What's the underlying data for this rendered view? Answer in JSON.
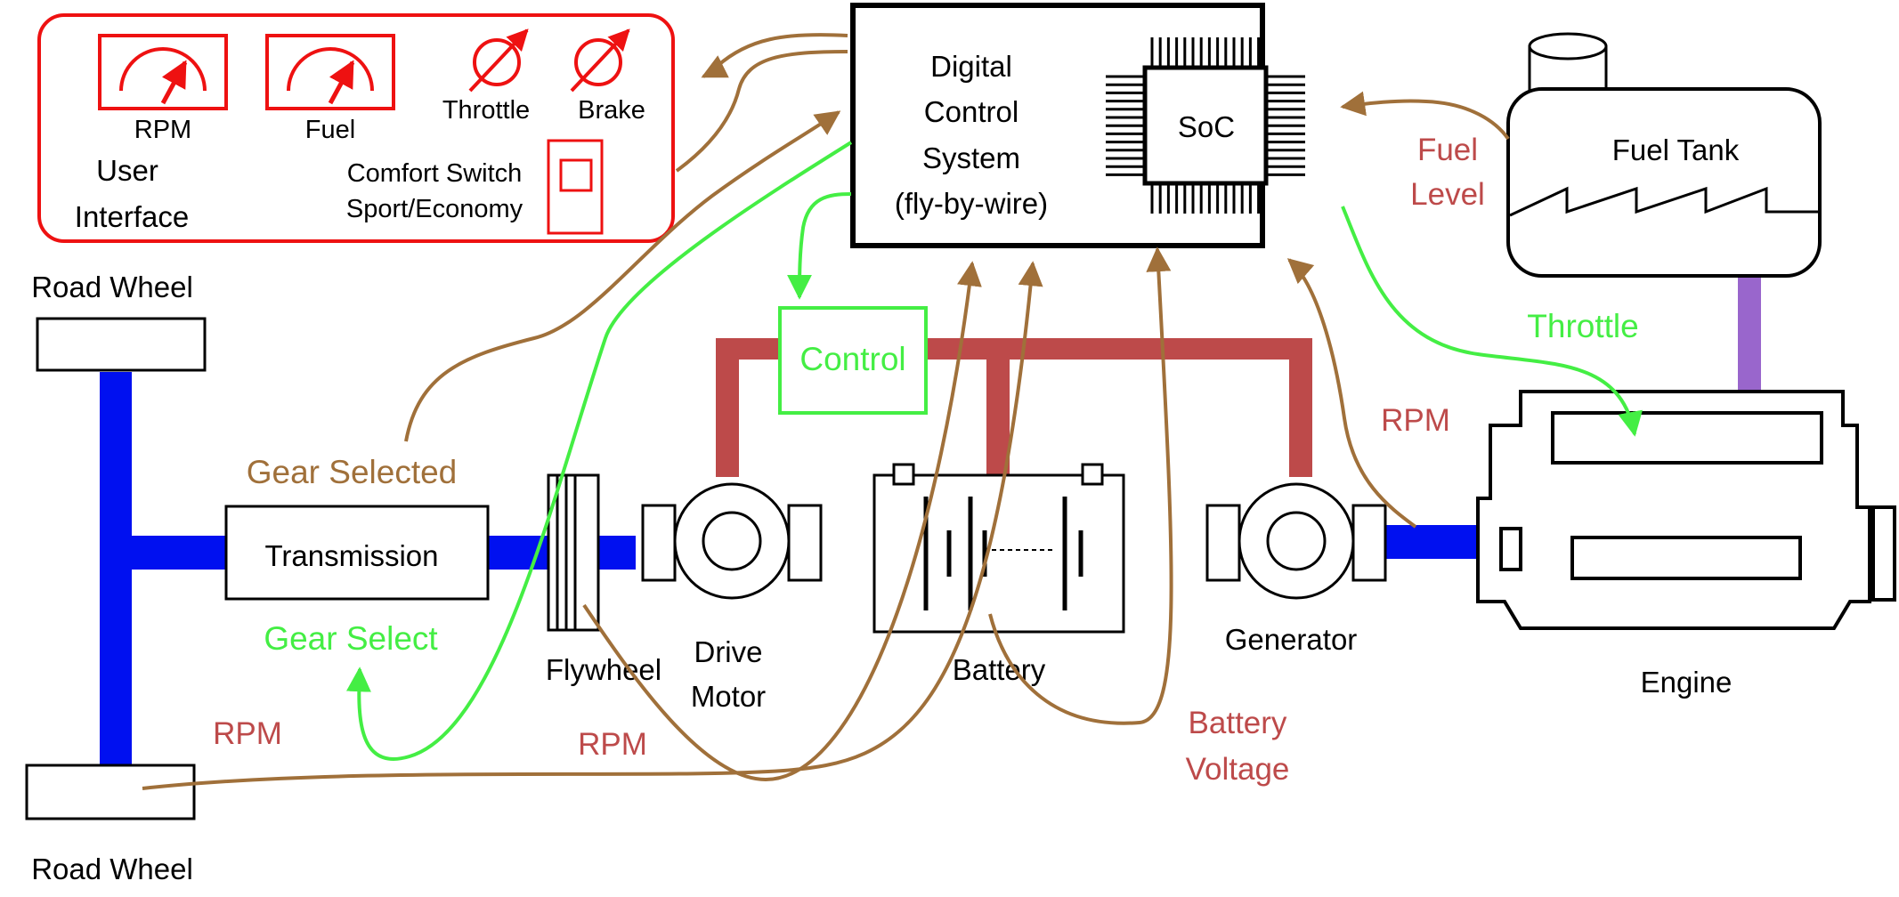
{
  "colors": {
    "drivetrain": "#0010f0",
    "power_bus": "#bd4a4a",
    "fuel_line": "#9966cc",
    "control_green": "#44ee44",
    "sensor_brown": "#a0703a",
    "sensor_red_text": "#bd4a4a",
    "ui_red": "#ee1111",
    "ink": "#000000"
  },
  "user_interface": {
    "label_line1": "User",
    "label_line2": "Interface",
    "gauges": [
      {
        "label": "RPM",
        "icon": "gauge-icon"
      },
      {
        "label": "Fuel",
        "icon": "gauge-icon"
      }
    ],
    "variable_controls": [
      {
        "label": "Throttle",
        "icon": "variable-control-icon"
      },
      {
        "label": "Brake",
        "icon": "variable-control-icon"
      }
    ],
    "switch_line1": "Comfort Switch",
    "switch_line2": "Sport/Economy"
  },
  "control_system": {
    "lines": [
      "Digital",
      "Control",
      "System",
      "(fly-by-wire)"
    ],
    "chip_label": "SoC",
    "chip_icon": "chip-icon"
  },
  "components": {
    "road_wheel_top": "Road Wheel",
    "road_wheel_bottom": "Road Wheel",
    "transmission": "Transmission",
    "flywheel": "Flywheel",
    "drive_motor_line1": "Drive",
    "drive_motor_line2": "Motor",
    "battery": "Battery",
    "generator": "Generator",
    "engine": "Engine",
    "fuel_tank": "Fuel Tank",
    "power_control": "Control"
  },
  "signals": {
    "gear_selected": "Gear Selected",
    "gear_select": "Gear Select",
    "rpm_wheel": "RPM",
    "rpm_flywheel": "RPM",
    "rpm_generator": "RPM",
    "battery_voltage_line1": "Battery",
    "battery_voltage_line2": "Voltage",
    "fuel_level_line1": "Fuel",
    "fuel_level_line2": "Level",
    "throttle": "Throttle"
  }
}
